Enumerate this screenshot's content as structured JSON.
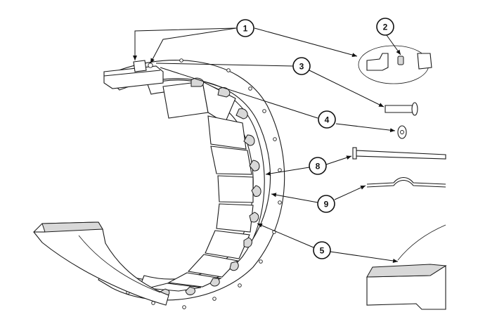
{
  "callouts": [
    {
      "id": "c1",
      "label": "1"
    },
    {
      "id": "c2",
      "label": "2"
    },
    {
      "id": "c3",
      "label": "3"
    },
    {
      "id": "c4",
      "label": "4"
    },
    {
      "id": "c5",
      "label": "5"
    },
    {
      "id": "c8",
      "label": "8"
    },
    {
      "id": "c9",
      "label": "9"
    }
  ],
  "colors": {
    "line": "#1a1a1a",
    "background": "#ffffff",
    "shade": "#d8d8d8"
  }
}
